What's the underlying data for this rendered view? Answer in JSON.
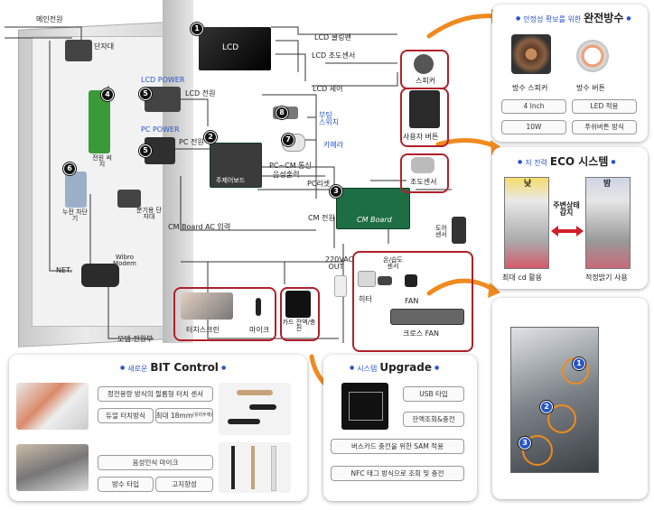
{
  "cabinet": {
    "main_power": "메인전원",
    "terminal_block": "단자대",
    "power_breaker": "전원 써지",
    "earth_breaker": "누전 차단기",
    "branch_terminal": "분기용 단자대",
    "net": "NET.",
    "wibro": "Wibro Modem",
    "modem_power": "모뎀 전원부"
  },
  "center": {
    "lcd": "LCD",
    "lcd_cooling_fan": "LCD 쿨링팬",
    "lcd_light_sensor": "LCD 조도센서",
    "lcd_control": "LCD 제어",
    "lcd_power_label": "LCD POWER",
    "lcd_power": "LCD 전원",
    "pc_power_label": "PC POWER",
    "pc_power": "PC 전원",
    "main_board": "주제어보드",
    "booting_switch": "부팅 스위치",
    "camera": "카메라",
    "pc_cm_comm": "PC~CM 통신",
    "audio_output": "음성출력",
    "pc_reset": "PC리셋",
    "cm_board_ac": "CM Board AC 입력",
    "cm_power": "CM 전원",
    "cm_board": "CM Board",
    "ac_out": "220VAC OUT",
    "speaker": "스피커",
    "user_button": "사용자 버튼",
    "light_sensor": "조도센서",
    "door_sensor": "도어 센서",
    "temp_humidity": "온/습도 센서",
    "heater": "히터",
    "fan": "FAN",
    "cross_fan": "크로스 FAN",
    "touchscreen": "터치스크린",
    "mic": "마이크",
    "card_reader": "카드 잔액/충전"
  },
  "badges": [
    "1",
    "2",
    "3",
    "4",
    "5",
    "5",
    "6",
    "7",
    "8"
  ],
  "waterproof": {
    "prefix": "안정성 확보를 위한",
    "title": "완전방수",
    "items": [
      {
        "name": "방수 스피커",
        "spec1": "4 Inch",
        "spec2": "10W"
      },
      {
        "name": "방수 버튼",
        "spec1": "LED 적용",
        "spec2": "푸쉬버튼 방식"
      }
    ]
  },
  "eco": {
    "prefix": "저 전력",
    "title": "ECO 시스템",
    "day": "낮",
    "night": "밤",
    "sense": "주변상태 감지",
    "max": "최대 cd 활용",
    "adjust": "적정밝기 사용"
  },
  "bit": {
    "prefix": "새로운",
    "title": "BIT Control",
    "touch_feature": "정전용량 방식의 필름형 터치 센서",
    "dual_touch": "듀얼 터치방식",
    "max_size": "최대 18mm",
    "max_size_note": "(유리두께)",
    "voice_mic": "음성인식 마이크",
    "waterproof_type": "방수 타입",
    "directional": "고지향성"
  },
  "upgrade": {
    "prefix": "시스템",
    "title": "Upgrade",
    "usb": "USB 타입",
    "balance": "잔액조회&충전",
    "sam": "버스카드 충전을 위한 SAM 적용",
    "nfc": "NFC 태그 방식으로 조회 및 충전"
  },
  "photo_badges": [
    "1",
    "2",
    "3"
  ],
  "colors": {
    "accent": "#2a56c6",
    "highlight": "#b0202a",
    "arrow": "#f08a1e",
    "board": "#1d6e45"
  }
}
